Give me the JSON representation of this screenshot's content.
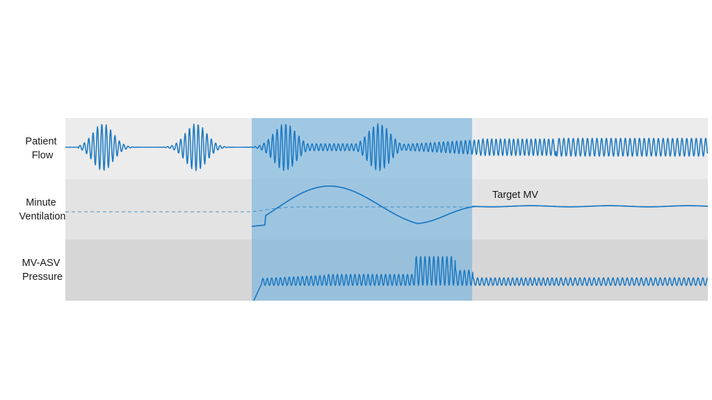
{
  "rows": [
    {
      "label_lines": [
        "Patient",
        "Flow"
      ]
    },
    {
      "label_lines": [
        "Minute",
        "Ventilation"
      ]
    },
    {
      "label_lines": [
        "MV-ASV",
        "Pressure"
      ]
    }
  ],
  "annotation": "Target MV",
  "colors": {
    "row_bg": [
      "#ececec",
      "#e3e3e3",
      "#d6d6d6"
    ],
    "highlight": "#6fb1de",
    "trace": "#1f7bc3",
    "trace_light": "#3d8fd0"
  }
}
